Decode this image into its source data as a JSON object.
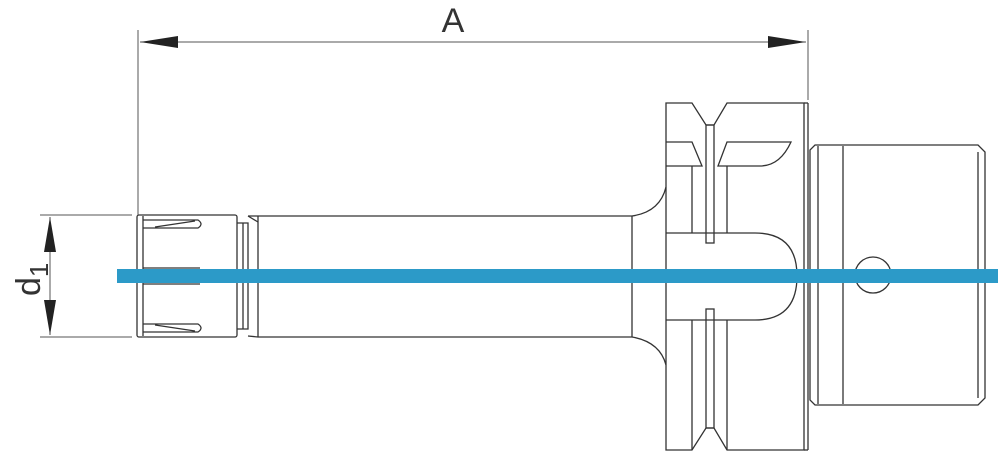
{
  "dimensions": {
    "length_label": "A",
    "diameter_label_main": "d",
    "diameter_label_sub": "1"
  },
  "colors": {
    "axis_line": "#2c9ac8",
    "outline": "#333333"
  }
}
